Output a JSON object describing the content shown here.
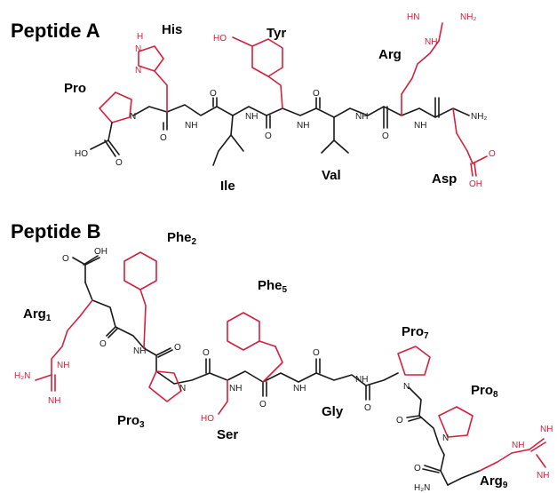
{
  "peptide_a": {
    "title": "Peptide A",
    "residues": {
      "his": "His",
      "tyr": "Tyr",
      "arg": "Arg",
      "pro": "Pro",
      "ile": "Ile",
      "val": "Val",
      "asp": "Asp"
    },
    "atoms": {
      "his_h": "H",
      "his_n1": "N",
      "his_n2": "N",
      "tyr_ho": "HO",
      "arg_hn": "HN",
      "arg_nh2": "NH₂",
      "arg_nh": "NH",
      "pro_ho": "HO",
      "pro_o": "O",
      "pro_n": "N",
      "o1": "O",
      "nh1": "NH",
      "o2": "O",
      "nh2": "NH",
      "o3": "O",
      "nh3": "NH",
      "o4": "O",
      "nh4": "NH",
      "o5": "O",
      "nh5": "NH",
      "asp_nh2": "NH₂",
      "asp_o": "O",
      "asp_oh": "OH"
    }
  },
  "peptide_b": {
    "title": "Peptide B",
    "residues": {
      "phe2": "Phe",
      "phe2_sub": "2",
      "arg1": "Arg",
      "arg1_sub": "1",
      "phe5": "Phe",
      "phe5_sub": "5",
      "pro7": "Pro",
      "pro7_sub": "7",
      "pro8": "Pro",
      "pro8_sub": "8",
      "pro3": "Pro",
      "pro3_sub": "3",
      "ser": "Ser",
      "gly": "Gly",
      "arg9": "Arg",
      "arg9_sub": "9"
    },
    "atoms": {
      "o_top": "O",
      "oh_top": "OH",
      "arg1_h2n": "H₂N",
      "arg1_nh_side": "NH",
      "arg1_nh_bottom": "NH",
      "o_k": "O",
      "nh_b1": "NH",
      "o_b1": "O",
      "n_pro3": "N",
      "o_b2": "O",
      "nh_b2": "NH",
      "ser_ho": "HO",
      "o_b3": "O",
      "nh_b3": "NH",
      "o_b4": "O",
      "nh_b4": "NH",
      "o_b5": "O",
      "n_pro7": "N",
      "o_b6": "O",
      "n_pro8": "N",
      "o_b7": "O",
      "h2n_b": "H₂N",
      "arg9_nh": "NH",
      "arg9_nh_r": "NH",
      "arg9_nh_low": "NH"
    }
  }
}
